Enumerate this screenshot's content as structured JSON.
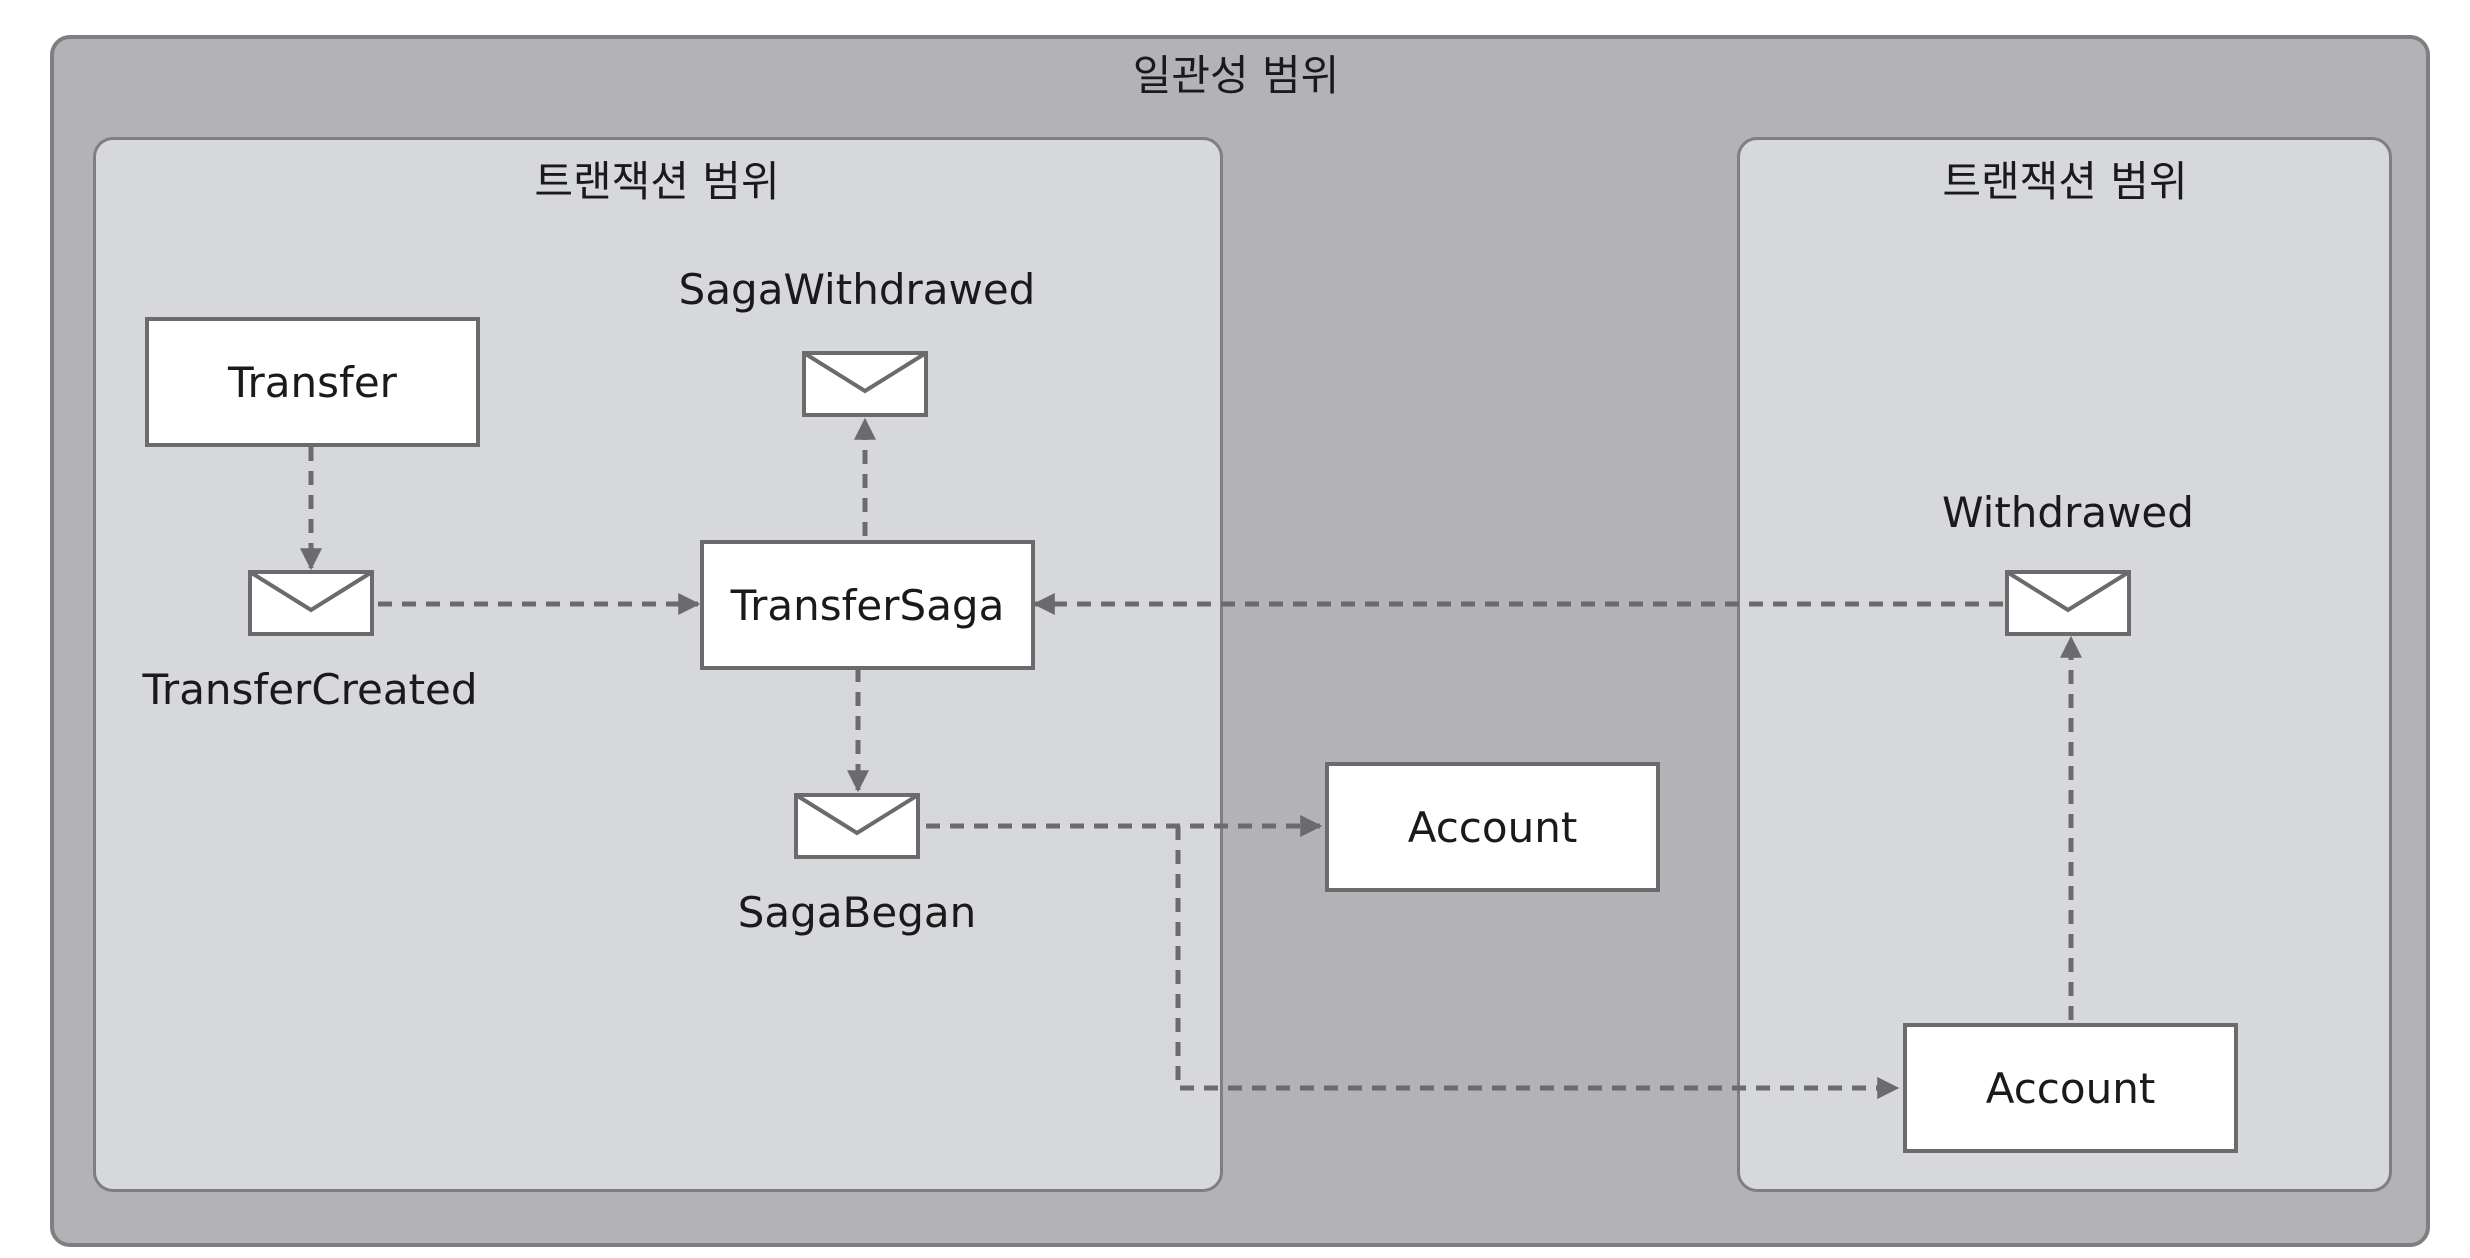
{
  "consistency_scope": {
    "label": "일관성 범위"
  },
  "left_transaction_scope": {
    "label": "트랜잭션 범위"
  },
  "right_transaction_scope": {
    "label": "트랜잭션 범위"
  },
  "nodes": {
    "transfer": "Transfer",
    "transfer_saga": "TransferSaga",
    "account_middle": "Account",
    "account_right": "Account"
  },
  "events": {
    "transfer_created": "TransferCreated",
    "saga_withdrawed": "SagaWithdrawed",
    "saga_began": "SagaBegan",
    "withdrawed": "Withdrawed"
  },
  "colors": {
    "outer_fill": "#b3b3b7",
    "scope_fill": "#d7d8dc",
    "border": "#7f7f82",
    "arrow": "#6b6b6d"
  }
}
